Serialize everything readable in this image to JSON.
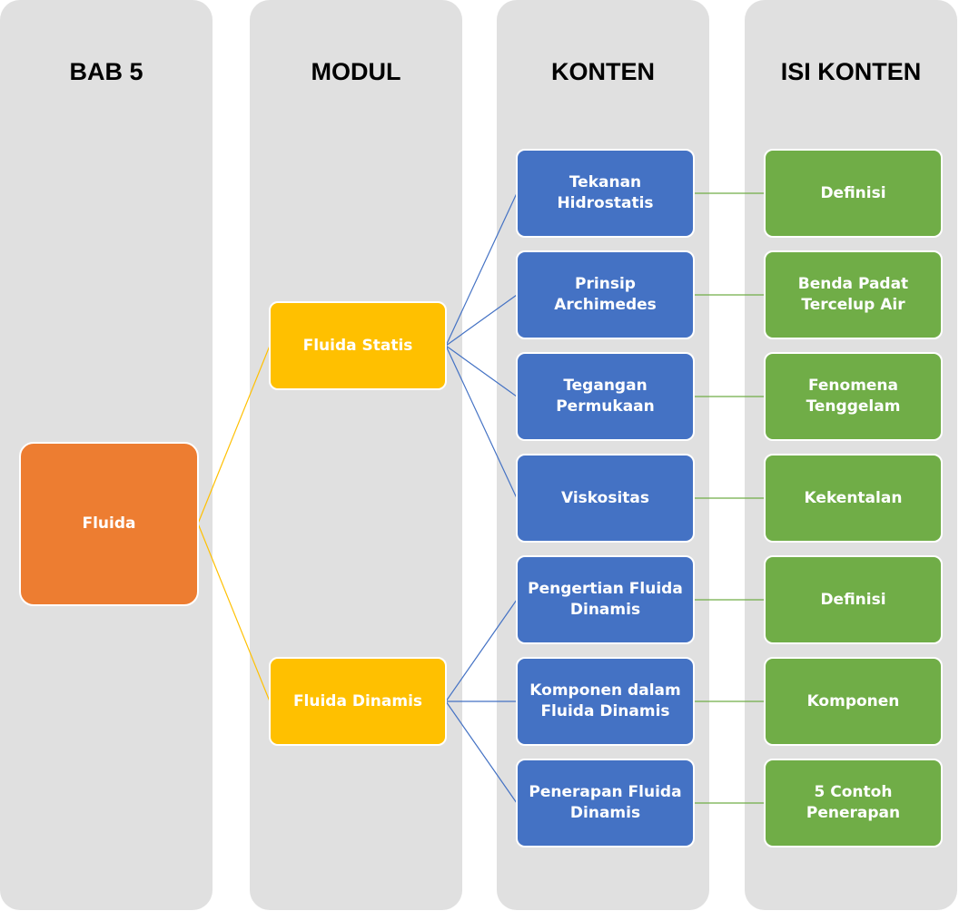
{
  "columns": {
    "chapter": "BAB 5",
    "module": "MODUL",
    "content": "KONTEN",
    "detail": "ISI KONTEN"
  },
  "chapter_node": "Fluida",
  "modules": [
    "Fluida Statis",
    "Fluida Dinamis"
  ],
  "contents": [
    "Tekanan Hidrostatis",
    "Prinsip Archimedes",
    "Tegangan\nPermukaan",
    "Viskositas",
    "Pengertian Fluida\nDinamis",
    "Komponen dalam\nFluida Dinamis",
    "Penerapan Fluida\nDinamis"
  ],
  "details": [
    "Definisi",
    "Benda Padat\nTercelup Air",
    "Fenomena\nTenggelam",
    "Kekentalan",
    "Definisi",
    "Komponen",
    "5 Contoh Penerapan"
  ],
  "colors": {
    "column_bg": "#e0e0e0",
    "chapter": "#ed7d31",
    "module": "#ffc000",
    "content": "#4472c4",
    "detail": "#70ad47",
    "module_connector": "#ffc000",
    "content_connector": "#4472c4",
    "detail_connector": "#70ad47"
  }
}
